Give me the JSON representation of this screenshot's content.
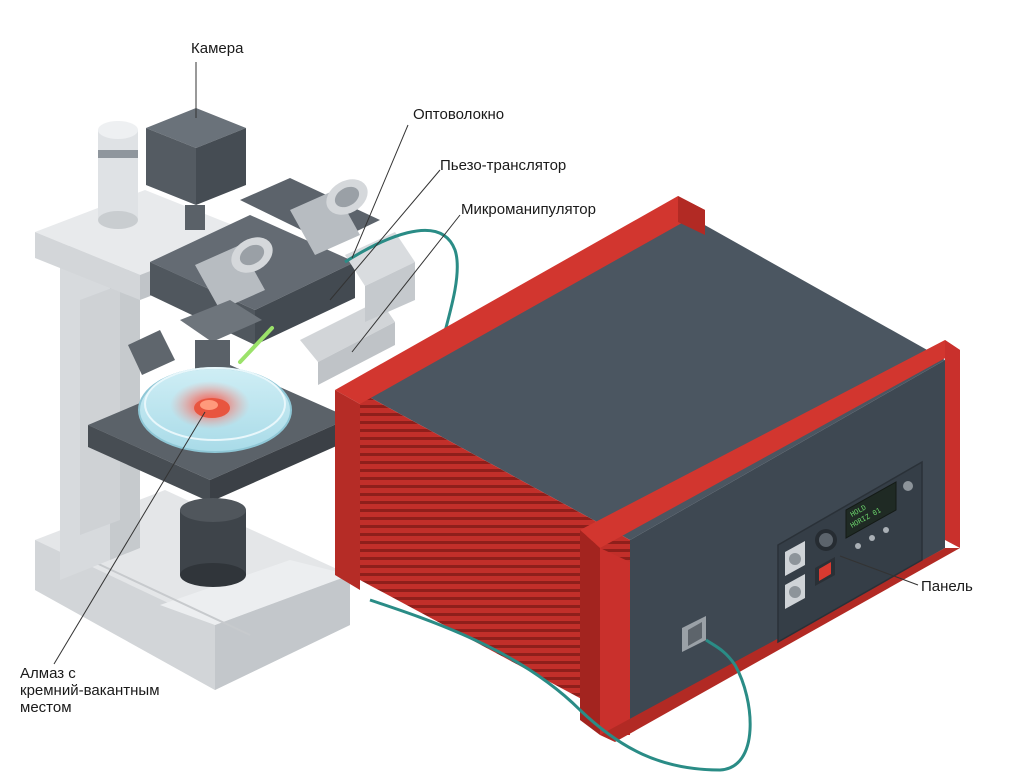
{
  "labels": {
    "camera": "Камера",
    "fiber": "Оптоволокно",
    "piezo": "Пьезо-транслятор",
    "micromanipulator": "Микроманипулятор",
    "panel": "Панель",
    "diamond": "Алмаз с\nкремний-вакантным\nместом"
  },
  "display": {
    "line1": "HOLD",
    "line2": "HORIZ 01"
  },
  "colors": {
    "housing_red": "#c9302c",
    "housing_top": "#4a5560",
    "panel_face": "#3e4852",
    "microscope_light": "#dcdfe2",
    "microscope_dark": "#545c64",
    "fiber_cable": "#2a8c86",
    "laser_green": "#9be26a",
    "glow_red": "#ff4a3a",
    "display_green": "#6bd46b"
  }
}
